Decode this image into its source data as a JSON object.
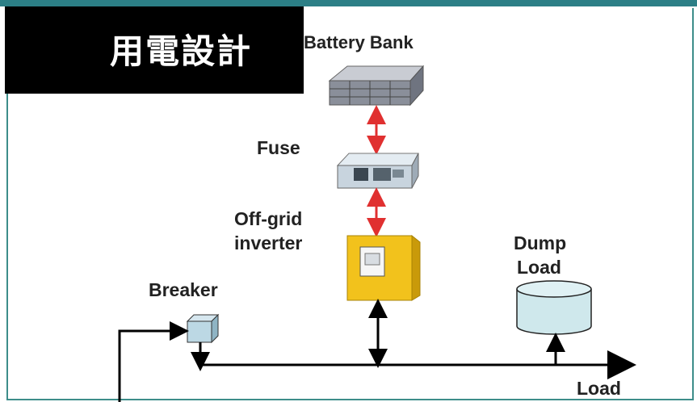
{
  "title": "用電設計",
  "labels": {
    "battery_bank": "Battery Bank",
    "fuse": "Fuse",
    "inverter_line1": "Off-grid",
    "inverter_line2": "inverter",
    "dump_load_line1": "Dump",
    "dump_load_line2": "Load",
    "breaker": "Breaker",
    "load": "Load"
  },
  "colors": {
    "accent": "#2c7f86",
    "link_arrow": "#e03030",
    "inverter_body": "#f2c21c",
    "dump_load_fill": "#cfe8ec"
  }
}
